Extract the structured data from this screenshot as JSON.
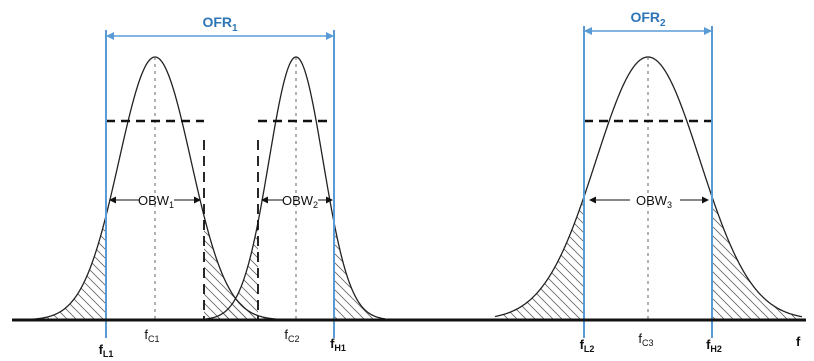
{
  "colors": {
    "ofr_line": "#5b9bd5",
    "ofr_text": "#2e75b6",
    "curve": "#222222",
    "axis": "#111111",
    "hatch": "#555555"
  },
  "labels": {
    "ofr1": {
      "main": "OFR",
      "sub": "1"
    },
    "ofr2": {
      "main": "OFR",
      "sub": "2"
    },
    "obw1": {
      "main": "OBW",
      "sub": "1"
    },
    "obw2": {
      "main": "OBW",
      "sub": "2"
    },
    "obw3": {
      "main": "OBW",
      "sub": "3"
    },
    "fc1": {
      "main": "f",
      "sub": "C1"
    },
    "fc2": {
      "main": "f",
      "sub": "C2"
    },
    "fc3": {
      "main": "f",
      "sub": "C3"
    },
    "fl1": {
      "main": "f",
      "sub": "L1"
    },
    "fh1": {
      "main": "f",
      "sub": "H1"
    },
    "fl2": {
      "main": "f",
      "sub": "L2"
    },
    "fh2": {
      "main": "f",
      "sub": "H2"
    },
    "axis_f": "f"
  }
}
